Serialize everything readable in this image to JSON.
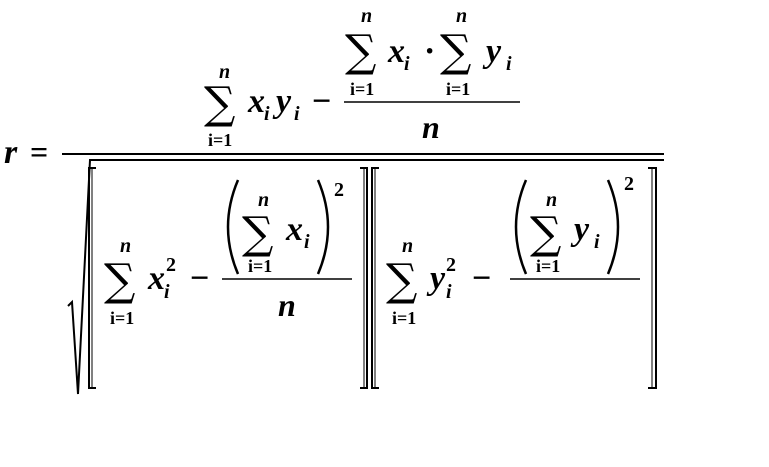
{
  "formula": {
    "lhs": "r",
    "equals": "=",
    "sum_symbol": "∑",
    "upper_limit": "n",
    "lower_limit": "i=1",
    "x": "x",
    "y": "y",
    "subscript": "i",
    "minus": "−",
    "dot": "·",
    "n": "n",
    "square": "2"
  }
}
